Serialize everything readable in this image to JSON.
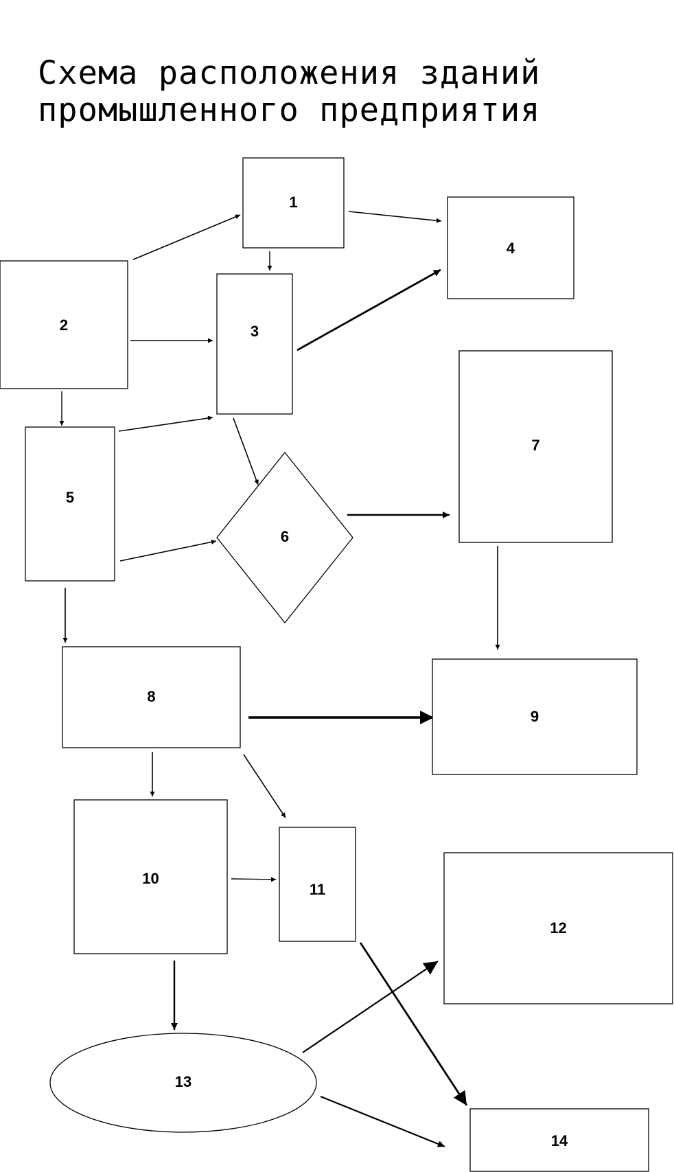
{
  "title": {
    "line1": "Схема расположения зданий",
    "line2": "промышленного предприятия"
  },
  "nodes": [
    {
      "id": "1",
      "label": "1",
      "shape": "rect"
    },
    {
      "id": "2",
      "label": "2",
      "shape": "rect"
    },
    {
      "id": "3",
      "label": "3",
      "shape": "rect"
    },
    {
      "id": "4",
      "label": "4",
      "shape": "rect"
    },
    {
      "id": "5",
      "label": "5",
      "shape": "rect"
    },
    {
      "id": "6",
      "label": "6",
      "shape": "diamond"
    },
    {
      "id": "7",
      "label": "7",
      "shape": "rect"
    },
    {
      "id": "8",
      "label": "8",
      "shape": "rect"
    },
    {
      "id": "9",
      "label": "9",
      "shape": "rect"
    },
    {
      "id": "10",
      "label": "10",
      "shape": "rect"
    },
    {
      "id": "11",
      "label": "11",
      "shape": "rect"
    },
    {
      "id": "12",
      "label": "12",
      "shape": "rect"
    },
    {
      "id": "13",
      "label": "13",
      "shape": "ellipse"
    },
    {
      "id": "14",
      "label": "14",
      "shape": "rect"
    }
  ],
  "edges": [
    {
      "from": "2",
      "to": "1"
    },
    {
      "from": "1",
      "to": "4"
    },
    {
      "from": "1",
      "to": "3"
    },
    {
      "from": "2",
      "to": "3"
    },
    {
      "from": "3",
      "to": "4"
    },
    {
      "from": "2",
      "to": "5"
    },
    {
      "from": "5",
      "to": "3"
    },
    {
      "from": "3",
      "to": "6"
    },
    {
      "from": "5",
      "to": "6"
    },
    {
      "from": "6",
      "to": "7"
    },
    {
      "from": "7",
      "to": "9"
    },
    {
      "from": "5",
      "to": "8"
    },
    {
      "from": "8",
      "to": "9"
    },
    {
      "from": "8",
      "to": "10"
    },
    {
      "from": "8",
      "to": "11"
    },
    {
      "from": "10",
      "to": "11"
    },
    {
      "from": "10",
      "to": "13"
    },
    {
      "from": "11",
      "to": "14"
    },
    {
      "from": "13",
      "to": "12"
    },
    {
      "from": "13",
      "to": "14"
    }
  ]
}
